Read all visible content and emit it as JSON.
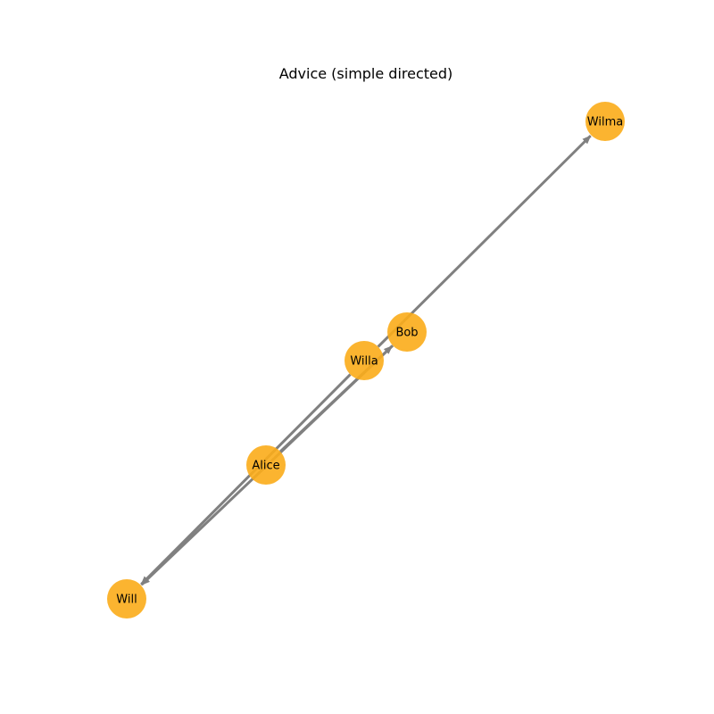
{
  "title": "Advice (simple directed)",
  "colors": {
    "node_fill": "#fbac1a",
    "edge": "#808080",
    "background": "#ffffff"
  },
  "graph": {
    "nodes": [
      {
        "id": "wilma",
        "label": "Wilma"
      },
      {
        "id": "bob",
        "label": "Bob"
      },
      {
        "id": "willa",
        "label": "Willa"
      },
      {
        "id": "alice",
        "label": "Alice"
      },
      {
        "id": "will",
        "label": "Will"
      }
    ],
    "edges": [
      {
        "source": "willa",
        "target": "wilma"
      },
      {
        "source": "alice",
        "target": "bob"
      },
      {
        "source": "bob",
        "target": "will"
      },
      {
        "source": "willa",
        "target": "will"
      }
    ]
  }
}
